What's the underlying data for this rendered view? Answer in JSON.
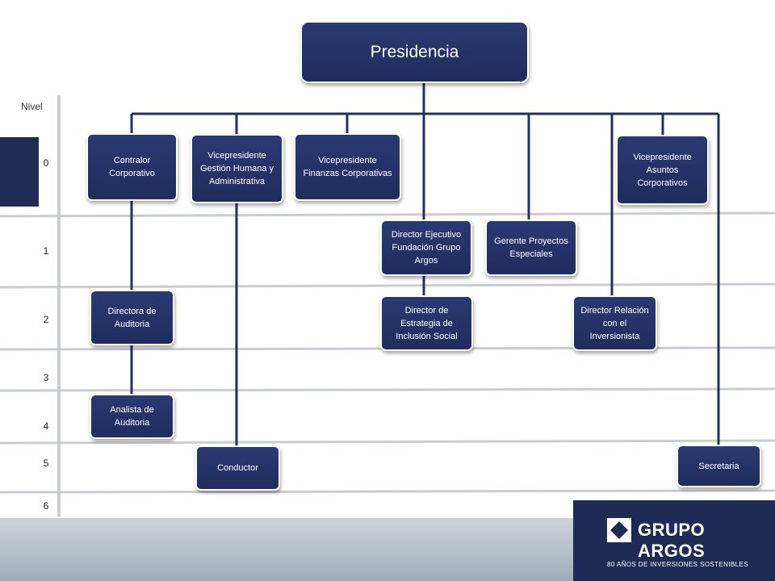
{
  "nivel_label": "Nivel",
  "levels": [
    "0",
    "1",
    "2",
    "3",
    "4",
    "5",
    "6"
  ],
  "nodes": {
    "presidencia": "Presidencia",
    "contralor": "Contralor Corporativo",
    "vp_gestion": "Vicepresidente Gestión Humana y Administrativa",
    "vp_finanzas": "Vicepresidente Finanzas Corporativas",
    "vp_asuntos": "Vicepresidente Asuntos Corporativos",
    "dir_fundacion": "Director Ejecutivo Fundación Grupo Argos",
    "gerente_proyectos": "Gerente Proyectos Especiales",
    "directora_auditoria": "Directora de Auditoria",
    "dir_estrategia": "Director de Estrategia de Inclusión Social",
    "dir_relacion": "Director Relación con el Inversionista",
    "analista_auditoria": "Analista de Auditoria",
    "conductor": "Conductor",
    "secretaria": "Secretaria"
  },
  "logo": {
    "name": "GRUPO ARGOS",
    "tagline": "80 AÑOS DE INVERSIONES SOSTENIBLES"
  },
  "colors": {
    "box": "#23305f",
    "connector": "#23305f",
    "rule": "#c9ccd2",
    "logo_panel": "#1f2b54"
  }
}
